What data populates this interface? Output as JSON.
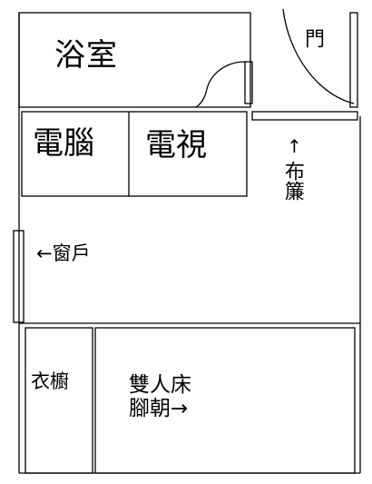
{
  "plan": {
    "rooms": {
      "bathroom": "浴室",
      "computer": "電腦",
      "tv": "電視",
      "wardrobe": "衣櫥",
      "bed": "雙人床"
    },
    "annotations": {
      "door": "門",
      "curtain": "布簾",
      "curtain_arrow": "↑",
      "window": "←窗戶",
      "bed_feet": "腳朝→"
    },
    "colors": {
      "line": "#000000",
      "background": "#ffffff"
    }
  }
}
